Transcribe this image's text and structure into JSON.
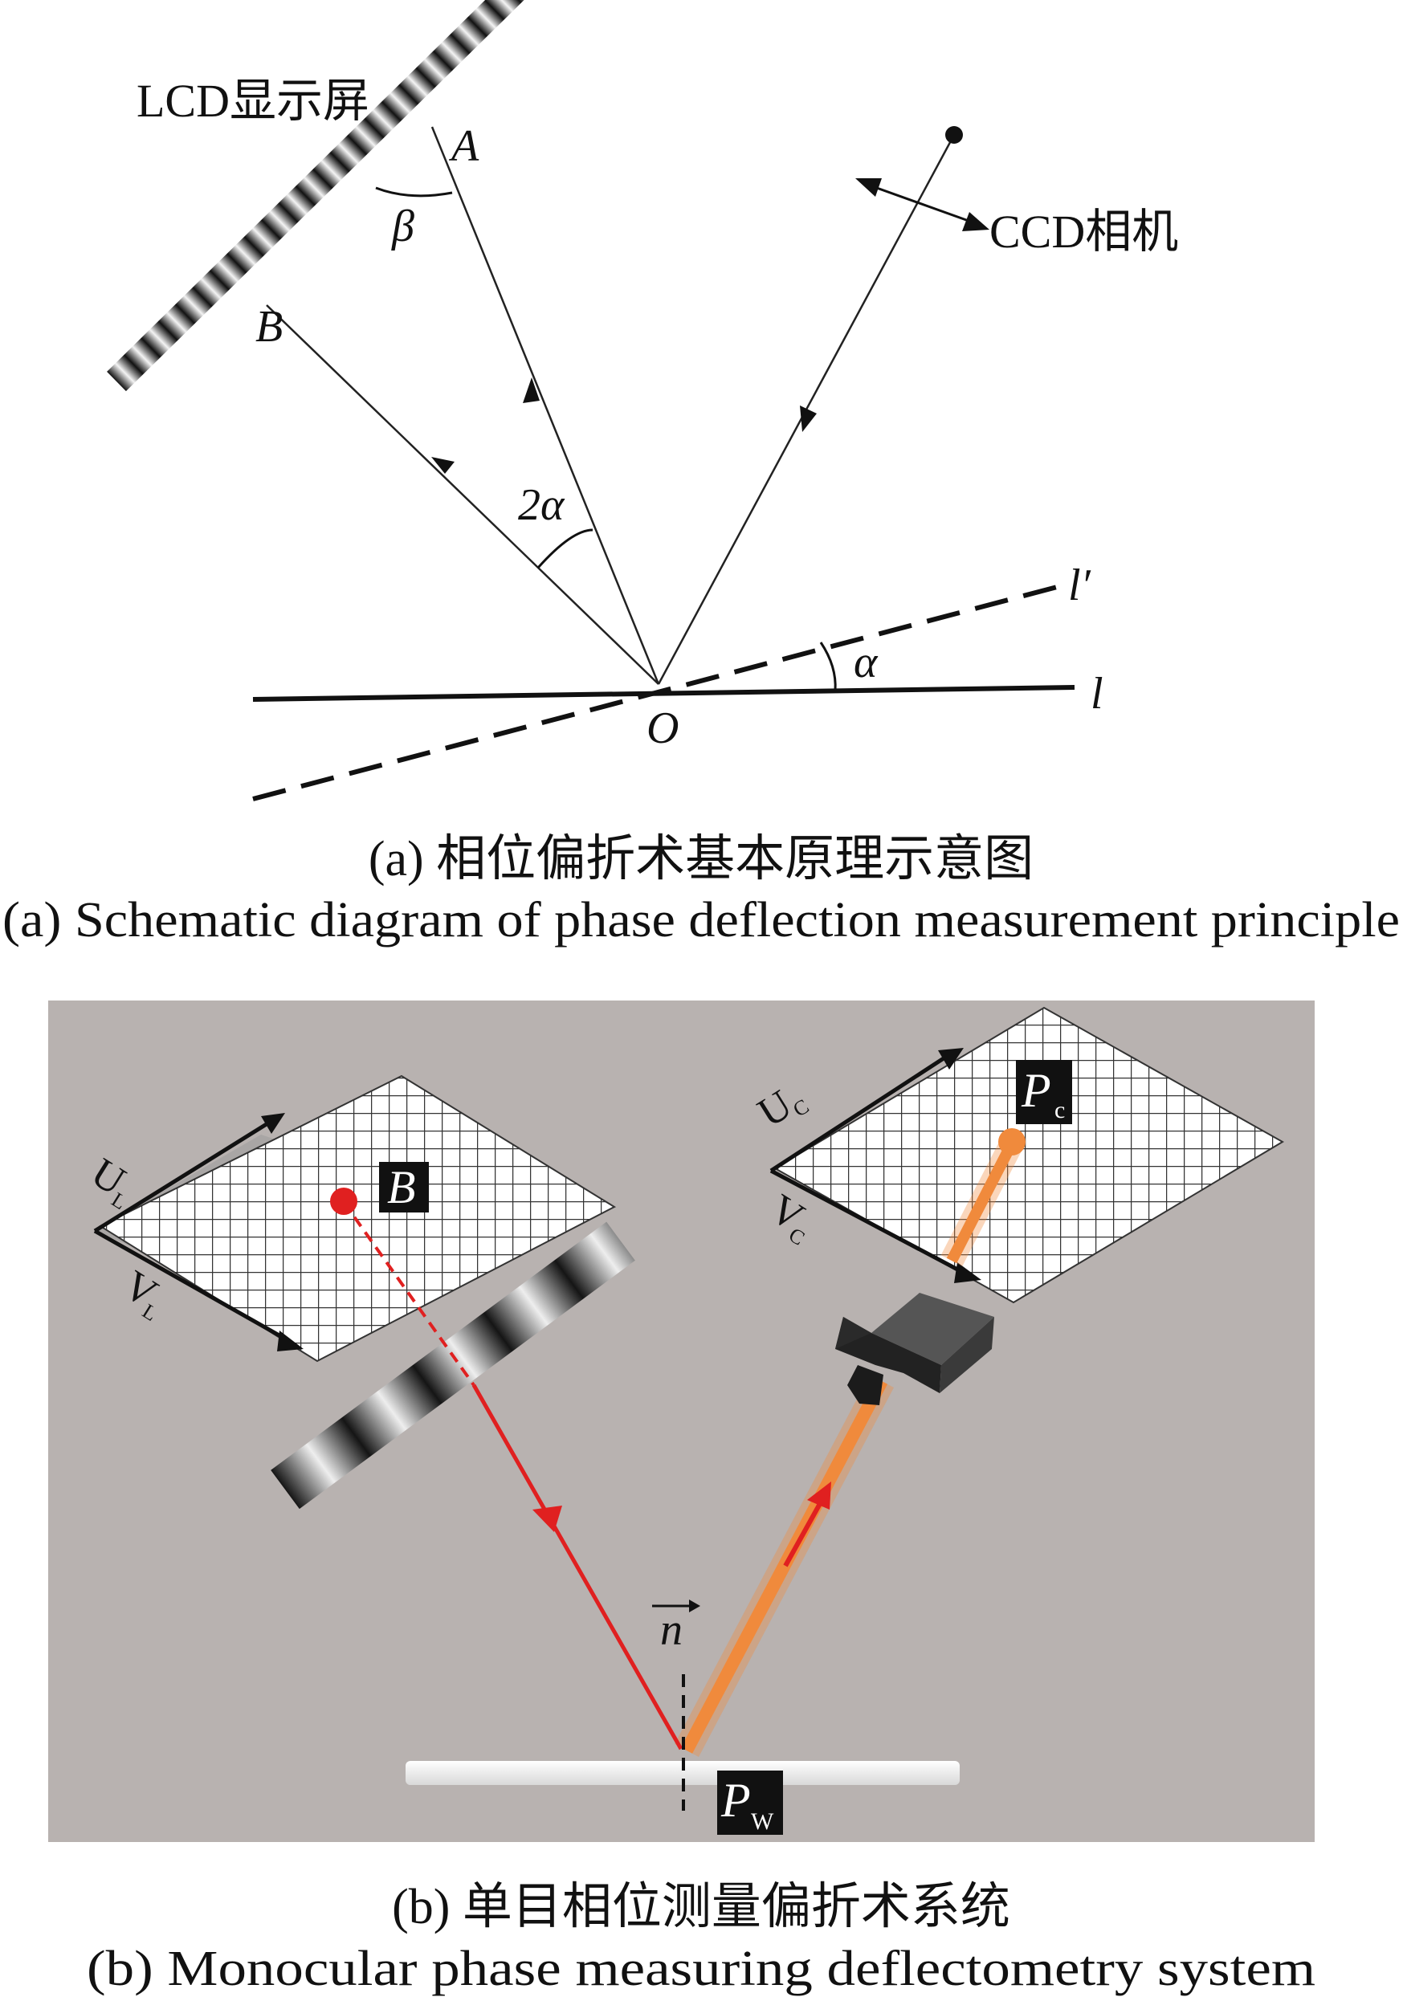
{
  "panel_a": {
    "lcd_label": "LCD显示屏",
    "ccd_label": "CCD相机",
    "point_a": "A",
    "point_b": "B",
    "point_o": "O",
    "angle_beta": "β",
    "angle_2alpha": "2α",
    "angle_alpha": "α",
    "line_l": "l",
    "line_l_prime": "l′",
    "caption_cn": "(a) 相位偏折术基本原理示意图",
    "caption_en": "(a) Schematic diagram of phase deflection measurement principle"
  },
  "panel_b": {
    "u_l": "U",
    "u_l_sub": "L",
    "v_l": "V",
    "v_l_sub": "L",
    "u_c": "U",
    "u_c_sub": "C",
    "v_c": "V",
    "v_c_sub": "C",
    "point_b": "B",
    "point_pc": "P",
    "point_pc_sub": "c",
    "point_pw": "P",
    "point_pw_sub": "W",
    "normal_n": "n",
    "caption_cn": "(b) 单目相位测量偏折术系统",
    "caption_en": "(b) Monocular phase measuring deflectometry system"
  },
  "colors": {
    "background_b": "#b8b2b0",
    "ray_red": "#e02020",
    "ray_orange": "#f08a3c"
  }
}
